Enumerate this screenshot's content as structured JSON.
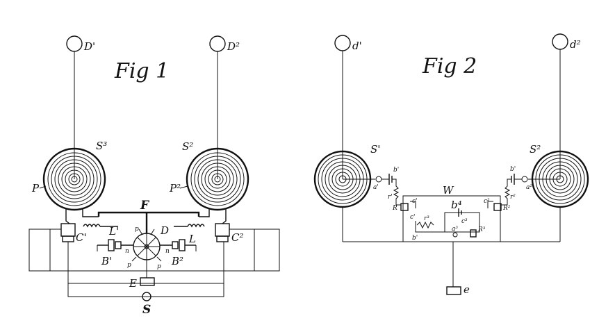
{
  "fig1": {
    "title": "Fig 1",
    "labels": {
      "D1": "D'",
      "D2": "D²",
      "S1": "S³",
      "S2": "S²",
      "P1": "P",
      "P2": "P²",
      "F": "F",
      "D": "D",
      "L1": "L'",
      "L2": "L",
      "C1": "C'",
      "C2": "C²",
      "B1": "B'",
      "B2": "B²",
      "E": "E",
      "S": "S",
      "n1": "n",
      "n2": "n",
      "p1": "p",
      "p2": "p",
      "p3": "p"
    }
  },
  "fig2": {
    "title": "Fig 2",
    "labels": {
      "d1": "d'",
      "d2": "d²",
      "S1": "S'",
      "S2": "S²",
      "W": "W",
      "b1": "b'",
      "b2": "b'",
      "b4": "b⁴",
      "a1": "a'",
      "a2": "a²",
      "a3": "a³",
      "c1": "c'",
      "c2": "c²",
      "c3": "c³",
      "R1": "R",
      "R2": "R²",
      "R3": "R³",
      "r1": "r'",
      "r2": "r²",
      "r3": "r³",
      "e": "e"
    }
  }
}
